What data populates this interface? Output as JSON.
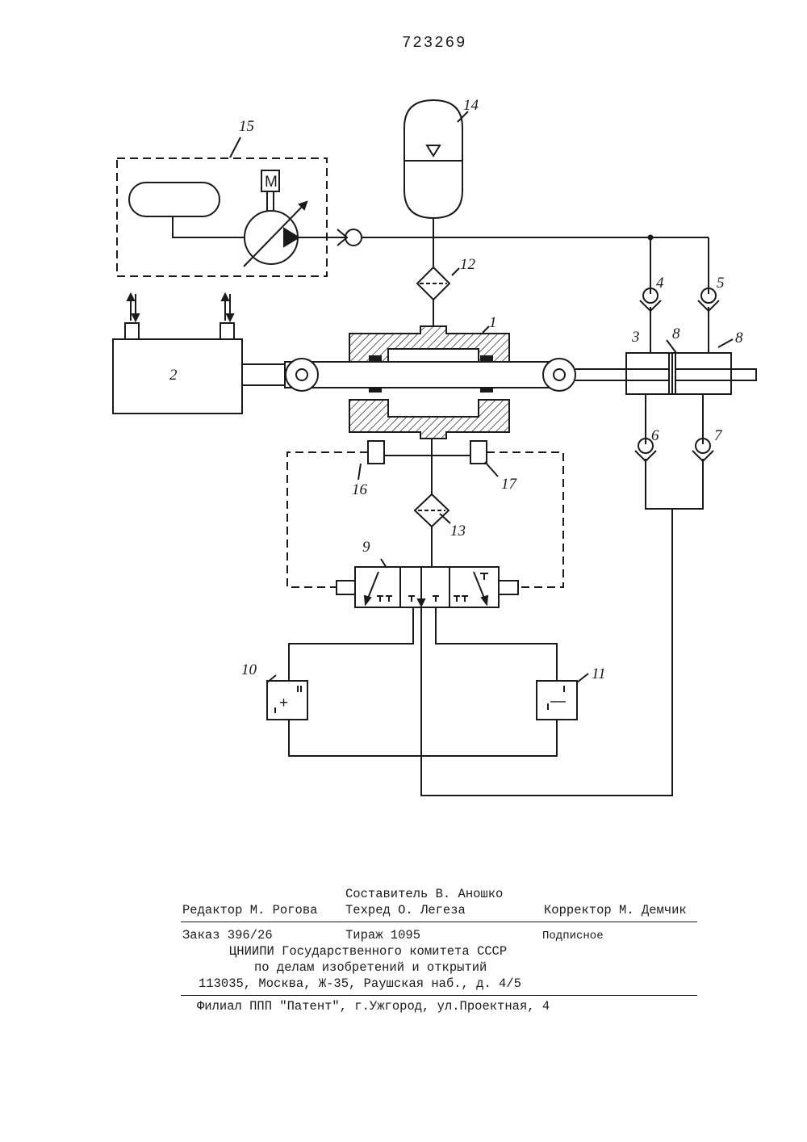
{
  "page_number": "723269",
  "diagram": {
    "labels": {
      "n1": "1",
      "n2": "2",
      "n3": "3",
      "n4": "4",
      "n5": "5",
      "n6": "6",
      "n7": "7",
      "n8a": "8",
      "n8b": "8",
      "n9": "9",
      "n10": "10",
      "n11": "11",
      "n12": "12",
      "n13": "13",
      "n14": "14",
      "n15": "15",
      "n16": "16",
      "n17": "17"
    },
    "motor_symbol": "M",
    "plus_sign": "+",
    "minus_sign": "—"
  },
  "imprint": {
    "compiler": "Составитель В. Аношко",
    "editor": "Редактор М. Рогова",
    "techred": "Техред О. Легеза",
    "corrector": "Корректор М. Демчик",
    "order": "Заказ 396/26",
    "circulation": "Тираж 1095",
    "signed": "Подписное",
    "org_line1": "ЦНИИПИ Государственного комитета СССР",
    "org_line2": "по делам изобретений и открытий",
    "address": "113035, Москва, Ж-35, Раушская наб., д. 4/5",
    "branch": "Филиал ППП \"Патент\", г.Ужгород, ул.Проектная, 4"
  }
}
